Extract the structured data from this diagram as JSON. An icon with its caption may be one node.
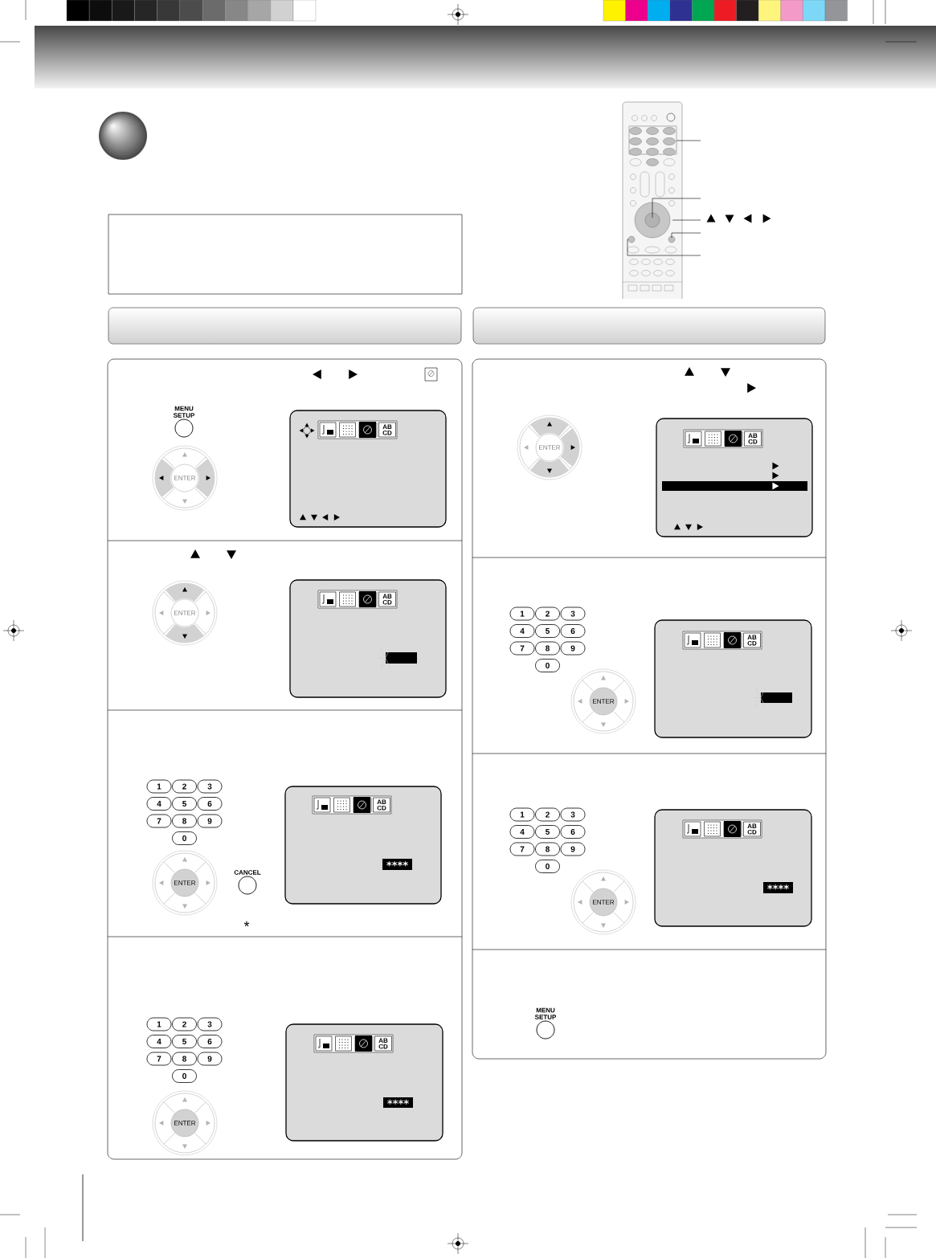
{
  "diagram": {
    "nodes": [
      {
        "text": [],
        "shape": "box"
      }
    ],
    "labels": [
      "MENU SETUP",
      "ENTER",
      "AB CD",
      "ENTER",
      "AB CD",
      "1",
      "2",
      "3",
      "4",
      "5",
      "6",
      "7",
      "8",
      "9",
      "0",
      "ENTER",
      "CANCEL",
      "AB CD",
      "****",
      "*",
      "1",
      "2",
      "3",
      "4",
      "5",
      "6",
      "7",
      "8",
      "9",
      "0",
      "ENTER",
      "AB CD",
      "****",
      "ENTER",
      "AB CD",
      "1",
      "2",
      "3",
      "4",
      "5",
      "6",
      "7",
      "8",
      "9",
      "0",
      "ENTER",
      "AB CD",
      "1",
      "2",
      "3",
      "4",
      "5",
      "6",
      "7",
      "8",
      "9",
      "0",
      "ENTER",
      "AB CD",
      "****",
      "MENU SETUP"
    ]
  }
}
